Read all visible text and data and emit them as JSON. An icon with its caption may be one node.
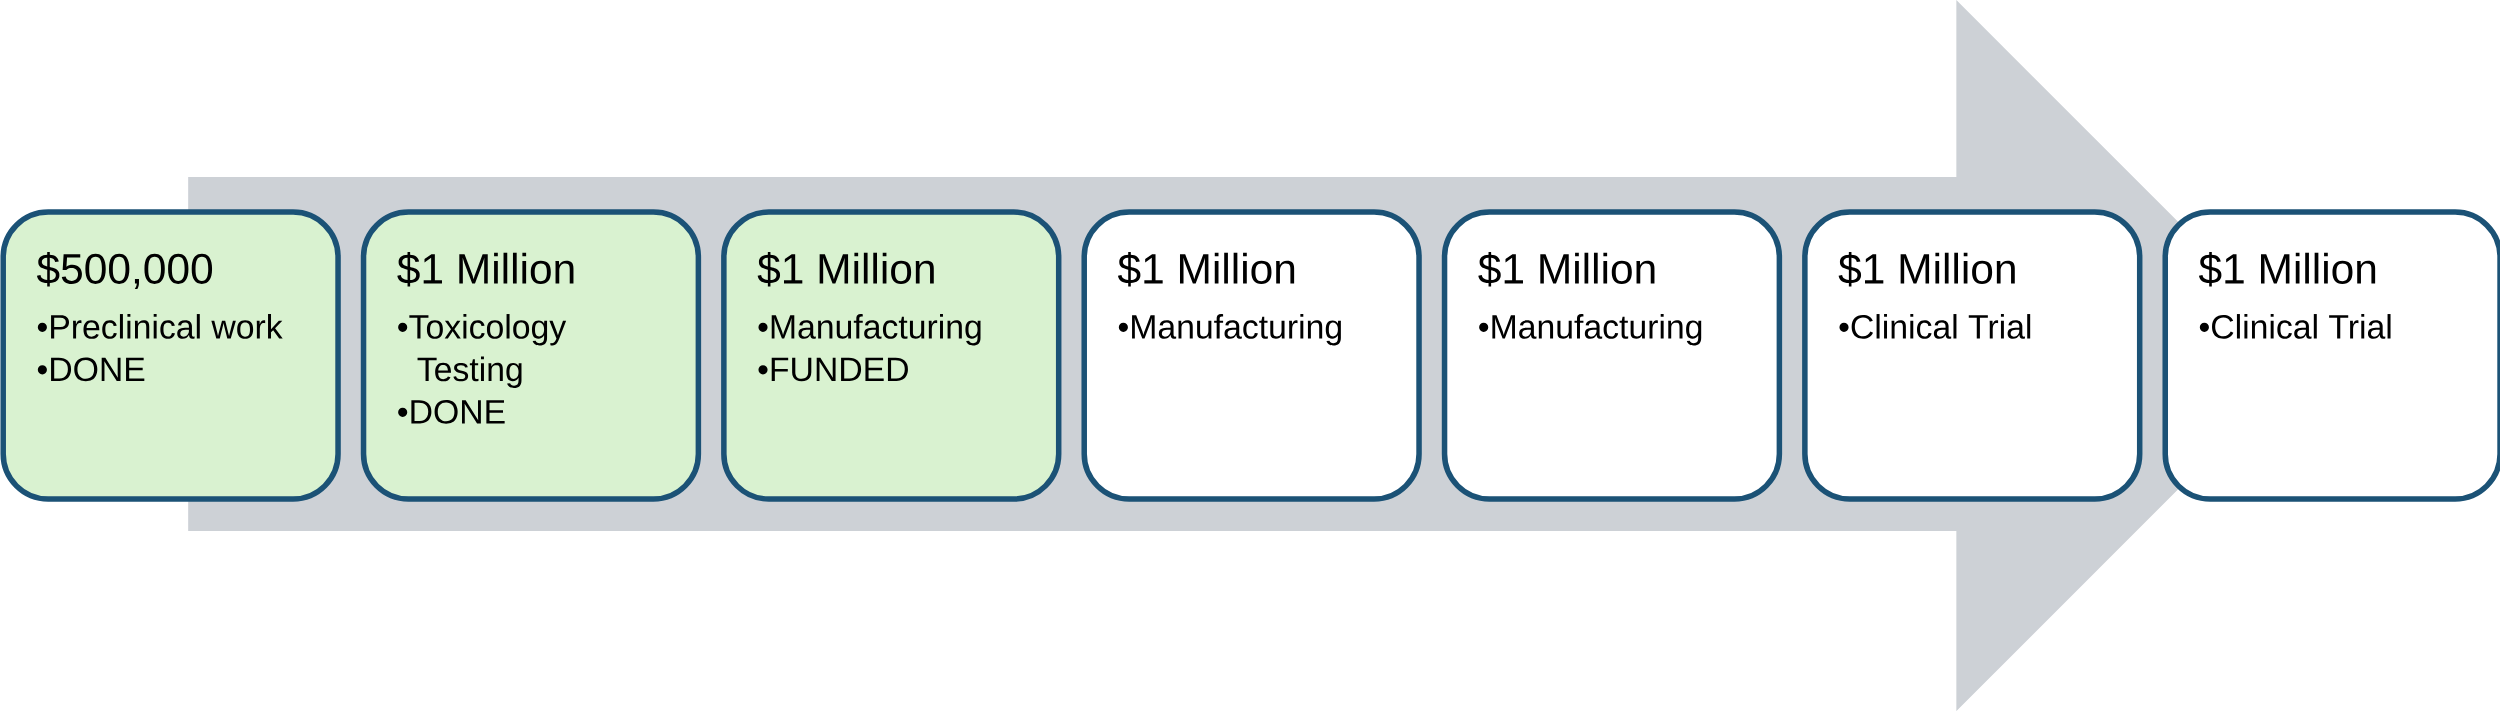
{
  "diagram": {
    "nodes": [
      {
        "text": [
          "$500,000",
          "•Preclinical work",
          "•DONE"
        ]
      },
      {
        "text": [
          "$1 Million",
          "•Toxicology Testing",
          "•DONE"
        ]
      },
      {
        "text": [
          "$1 Million",
          "•Manufacturing",
          "•FUNDED"
        ]
      },
      {
        "text": [
          "$1 Million",
          "•Manufacturing"
        ]
      },
      {
        "text": [
          "$1 Million",
          "•Manufacturing"
        ]
      },
      {
        "text": [
          "$1 Million",
          "•Clinical Trial"
        ]
      },
      {
        "text": [
          "$1 Million",
          "•Clinical Trial"
        ]
      }
    ]
  }
}
